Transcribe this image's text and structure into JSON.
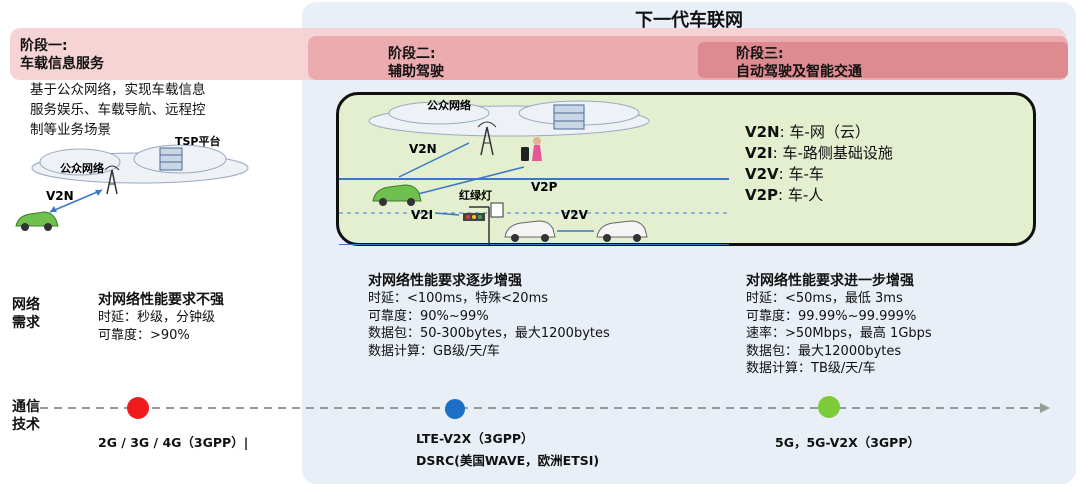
{
  "header": {
    "title": "下一代车联网"
  },
  "stages": [
    {
      "title_line1": "阶段一:",
      "title_line2": "车载信息服务",
      "desc": [
        "基于公众网络，实现车载信息",
        "服务娱乐、车载导航、远程控",
        "制等业务场景"
      ]
    },
    {
      "title_line1": "阶段二:",
      "title_line2": "辅助驾驶"
    },
    {
      "title_line1": "阶段三:",
      "title_line2": "自动驾驶及智能交通"
    }
  ],
  "scene1": {
    "cloud_label": "公众网络",
    "tsp_label": "TSP平台",
    "link_label": "V2N"
  },
  "scene2": {
    "cloud_label": "公众网络",
    "v2n": "V2N",
    "v2p": "V2P",
    "v2i": "V2I",
    "v2v": "V2V",
    "traffic_light": "红绿灯"
  },
  "legend": [
    {
      "code": "V2N",
      "desc": ": 车-网（云）"
    },
    {
      "code": "V2I",
      "desc": ": 车-路侧基础设施"
    },
    {
      "code": "V2V",
      "desc": ": 车-车"
    },
    {
      "code": "V2P",
      "desc": ": 车-人"
    }
  ],
  "rows": {
    "network": {
      "line1": "网络",
      "line2": "需求"
    },
    "comm": {
      "line1": "通信",
      "line2": "技术"
    }
  },
  "requirements": [
    {
      "title": "对网络性能要求不强",
      "lines": [
        "时延：秒级，分钟级",
        "可靠度：>90%"
      ]
    },
    {
      "title": "对网络性能要求逐步增强",
      "lines": [
        "时延：<100ms，特殊<20ms",
        "可靠度：90%~99%",
        "数据包：50-300bytes，最大1200bytes",
        "数据计算：GB级/天/车"
      ]
    },
    {
      "title": "对网络性能要求进一步增强",
      "lines": [
        "时延：<50ms，最低 3ms",
        "可靠度：99.99%~99.999%",
        "速率：>50Mbps，最高 1Gbps",
        "数据包：最大12000bytes",
        "数据计算：TB级/天/车"
      ]
    }
  ],
  "technologies": [
    {
      "lines": [
        "2G / 3G / 4G（3GPP）|"
      ],
      "color": "#ee1c1c"
    },
    {
      "lines": [
        "LTE-V2X（3GPP）",
        "DSRC(美国WAVE，欧洲ETSI)"
      ],
      "color": "#1b6fc8"
    },
    {
      "lines": [
        "5G，5G-V2X（3GPP）"
      ],
      "color": "#7ccb3a"
    }
  ]
}
